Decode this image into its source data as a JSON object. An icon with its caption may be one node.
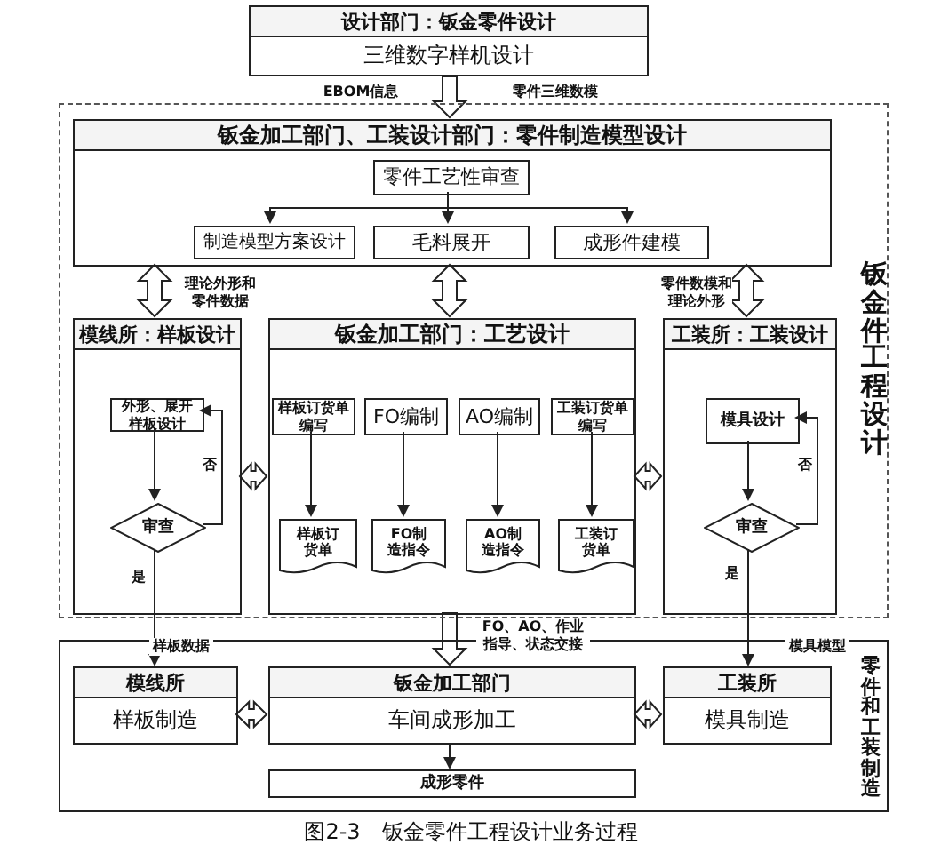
{
  "diagram": {
    "caption": "图2-3　钣金零件工程设计业务过程",
    "nodes": [
      {
        "text": [
          "设计部门：钣金零件设计",
          "三维数字样机设计"
        ]
      },
      {
        "text": [
          "钣金件工程设计"
        ]
      },
      {
        "text": [
          "钣金加工部门、工装设计部门：零件制造模型设计"
        ],
        "in": 1
      },
      {
        "text": [
          "零件工艺性审查"
        ],
        "in": 2
      },
      {
        "text": [
          "制造模型方案设计"
        ],
        "in": 2
      },
      {
        "text": [
          "毛料展开"
        ],
        "in": 2
      },
      {
        "text": [
          "成形件建模"
        ],
        "in": 2
      },
      {
        "text": [
          "模线所：样板设计"
        ],
        "in": 1
      },
      {
        "text": [
          "外形、展开样板设计"
        ],
        "in": 7
      },
      {
        "text": [
          "审查"
        ],
        "in": 7
      },
      {
        "text": [
          "钣金加工部门：工艺设计"
        ],
        "in": 1
      },
      {
        "text": [
          "样板订货单编写"
        ],
        "in": 10
      },
      {
        "text": [
          "FO编制"
        ],
        "in": 10
      },
      {
        "text": [
          "AO编制"
        ],
        "in": 10
      },
      {
        "text": [
          "工装订货单编写"
        ],
        "in": 10
      },
      {
        "text": [
          "样板订货单"
        ],
        "in": 10
      },
      {
        "text": [
          "FO制造指令"
        ],
        "in": 10
      },
      {
        "text": [
          "AO制造指令"
        ],
        "in": 10
      },
      {
        "text": [
          "工装订货单"
        ],
        "in": 10
      },
      {
        "text": [
          "工装所：工装设计"
        ],
        "in": 1
      },
      {
        "text": [
          "模具设计"
        ],
        "in": 19
      },
      {
        "text": [
          "审查"
        ],
        "in": 19
      },
      {
        "text": [
          "零件和工装制造"
        ]
      },
      {
        "text": [
          "模线所",
          "样板制造"
        ],
        "in": 22
      },
      {
        "text": [
          "钣金加工部门",
          "车间成形加工"
        ],
        "in": 22
      },
      {
        "text": [
          "工装所",
          "模具制造"
        ],
        "in": 22
      },
      {
        "text": [
          "成形零件"
        ],
        "in": 22
      }
    ],
    "edges": [
      {
        "from": 0,
        "to": 2,
        "arrow": "to",
        "style": "thick"
      },
      {
        "from": 3,
        "to": 4,
        "arrow": "to"
      },
      {
        "from": 3,
        "to": 5,
        "arrow": "to"
      },
      {
        "from": 3,
        "to": 6,
        "arrow": "to"
      },
      {
        "from": 2,
        "to": 7,
        "arrow": "both",
        "style": "thick",
        "label": "理论外形和零件数据"
      },
      {
        "from": 2,
        "to": 10,
        "arrow": "both",
        "style": "thick"
      },
      {
        "from": 2,
        "to": 19,
        "arrow": "both",
        "style": "thick",
        "label": "零件数模和理论外形"
      },
      {
        "from": 8,
        "to": 9,
        "arrow": "to"
      },
      {
        "from": 9,
        "to": 8,
        "arrow": "to",
        "label": "否"
      },
      {
        "from": 11,
        "to": 15,
        "arrow": "to"
      },
      {
        "from": 12,
        "to": 16,
        "arrow": "to"
      },
      {
        "from": 13,
        "to": 17,
        "arrow": "to"
      },
      {
        "from": 14,
        "to": 18,
        "arrow": "to"
      },
      {
        "from": 7,
        "to": 10,
        "arrow": "both",
        "style": "thick"
      },
      {
        "from": 10,
        "to": 19,
        "arrow": "both",
        "style": "thick"
      },
      {
        "from": 20,
        "to": 21,
        "arrow": "to"
      },
      {
        "from": 21,
        "to": 20,
        "arrow": "to",
        "label": "否"
      },
      {
        "from": 9,
        "to": 23,
        "arrow": "to",
        "label": "是"
      },
      {
        "from": 21,
        "to": 25,
        "arrow": "to",
        "label": "是"
      },
      {
        "from": 10,
        "to": 24,
        "arrow": "to",
        "style": "thick"
      },
      {
        "from": 23,
        "to": 24,
        "arrow": "both",
        "style": "thick"
      },
      {
        "from": 24,
        "to": 25,
        "arrow": "both",
        "style": "thick"
      },
      {
        "from": 24,
        "to": 26,
        "arrow": "to"
      }
    ],
    "labels": [
      "EBOM信息",
      "零件三维数模",
      "FO、AO、作业指导、状态交接",
      "样板数据",
      "模具模型"
    ]
  }
}
